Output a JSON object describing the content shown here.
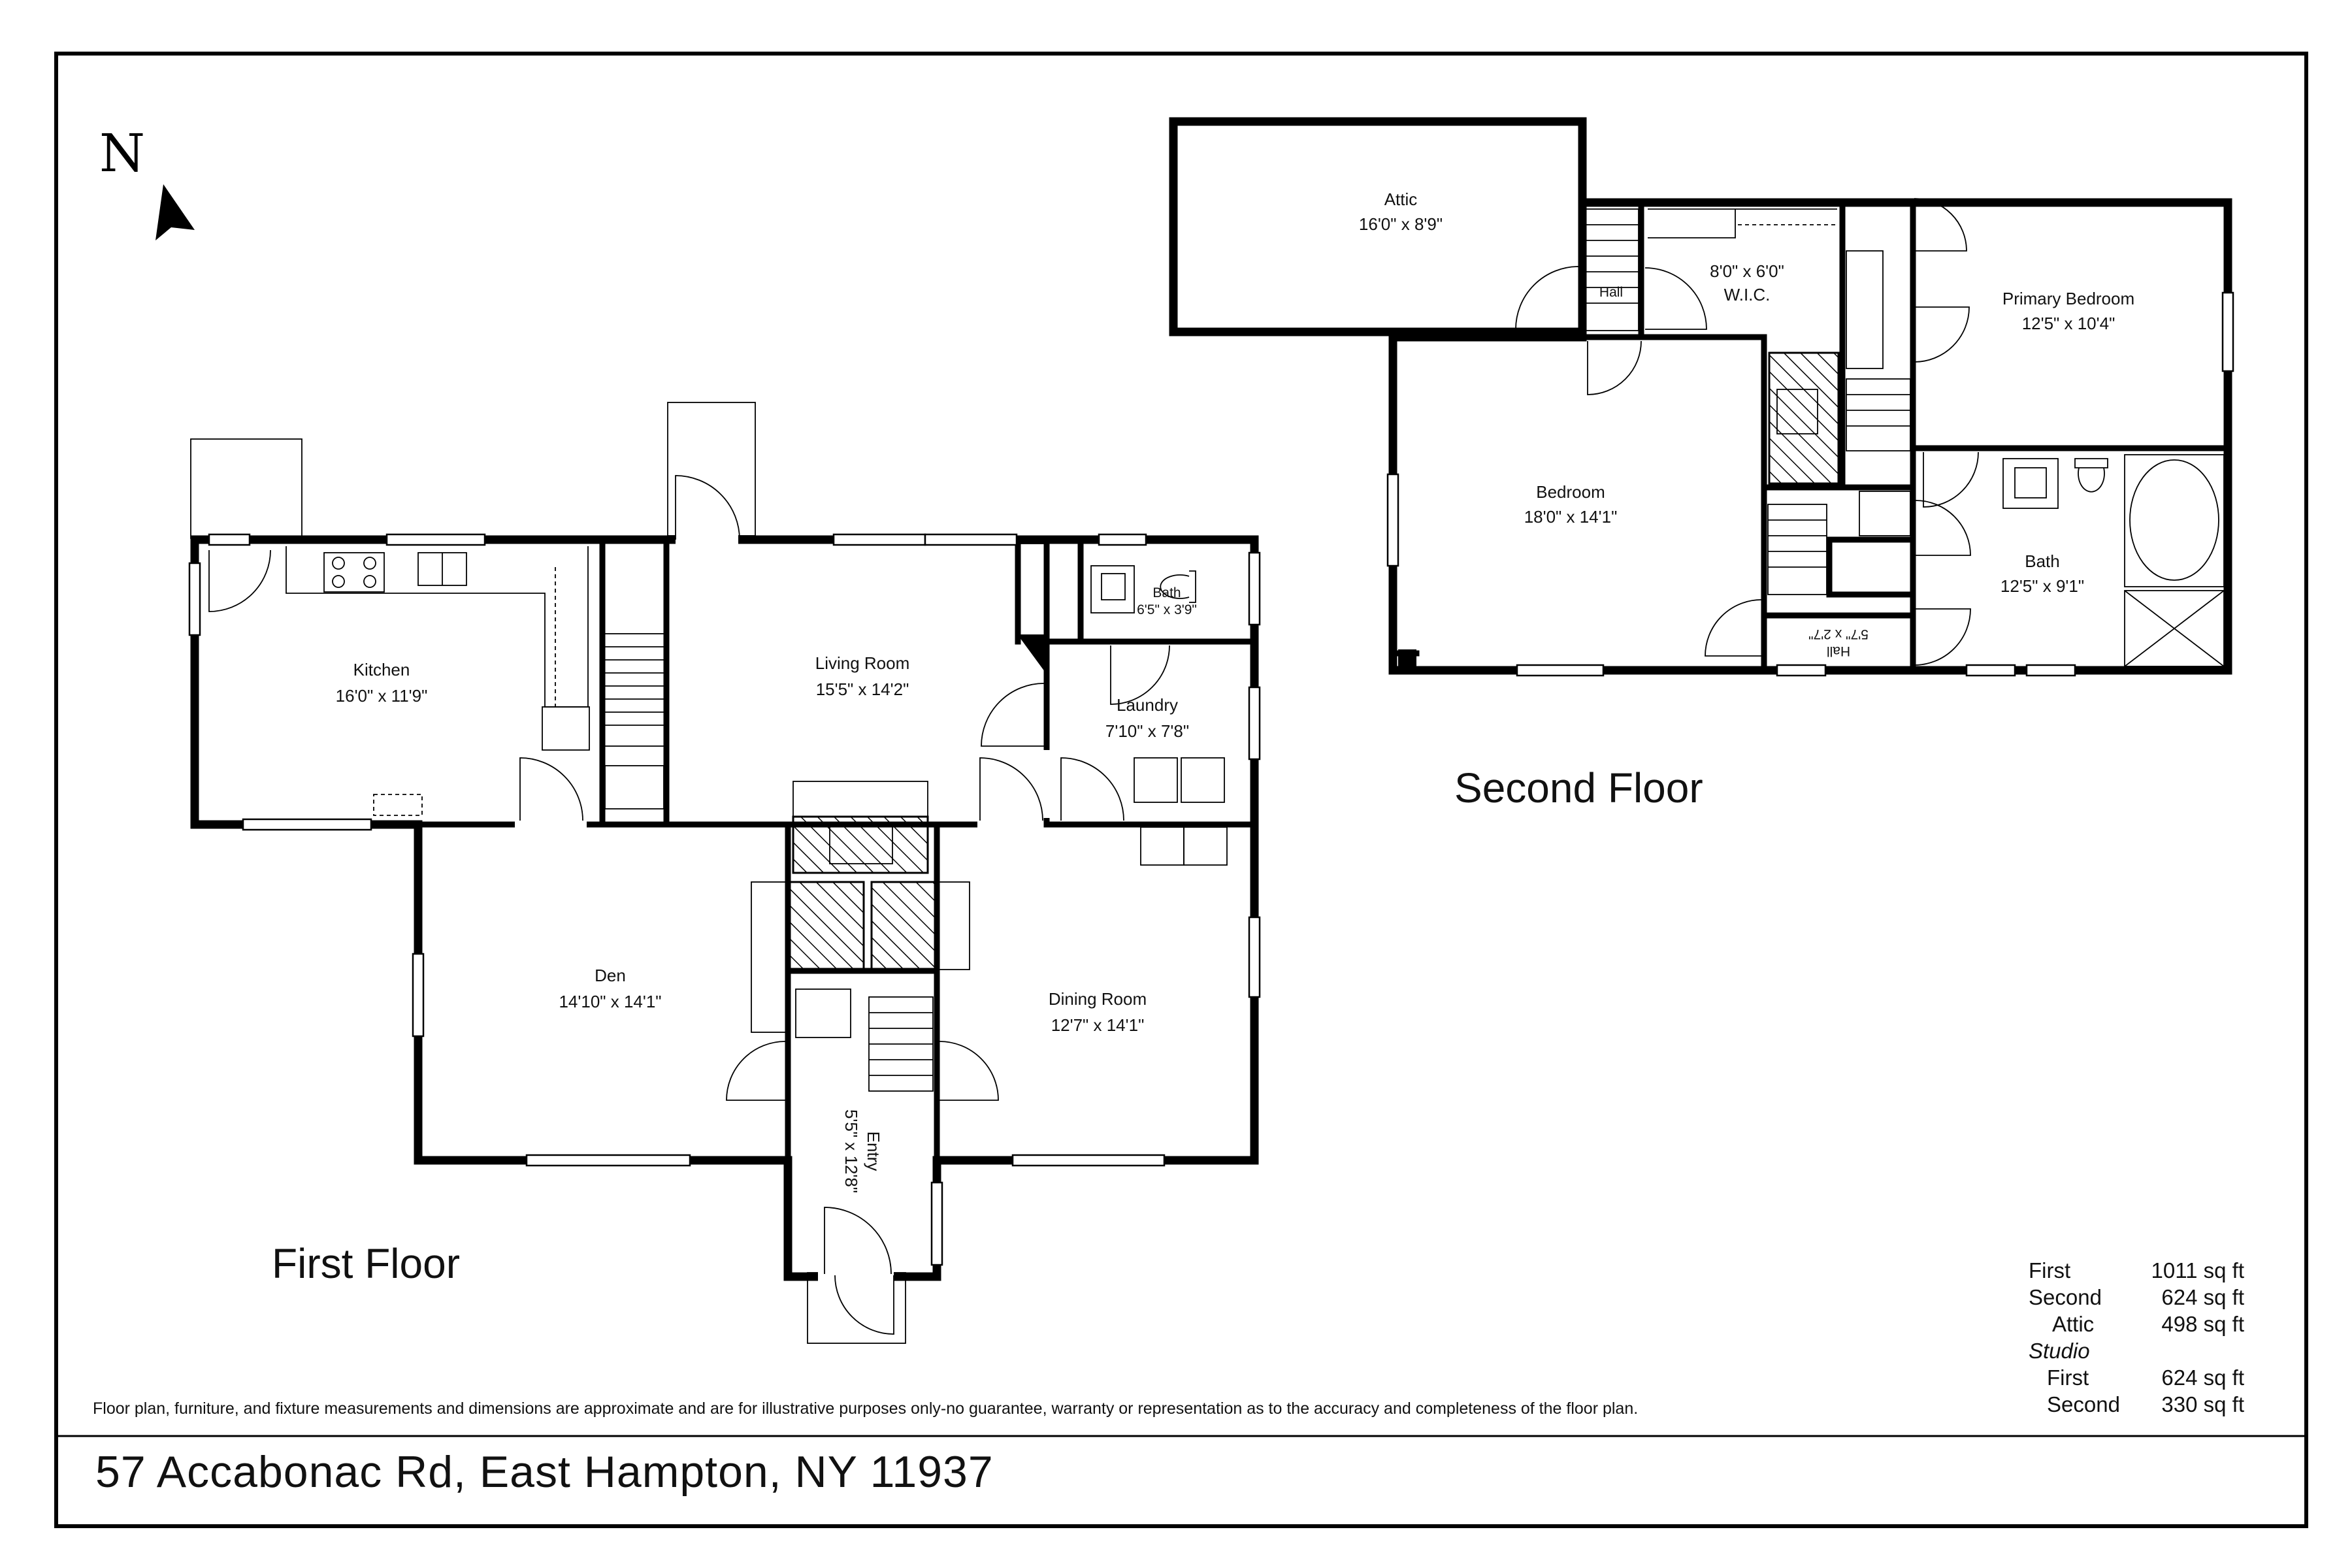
{
  "north": {
    "letter": "N"
  },
  "floors": {
    "first": {
      "label": "First Floor"
    },
    "second": {
      "label": "Second Floor"
    }
  },
  "rooms": {
    "kitchen": {
      "name": "Kitchen",
      "dims": "16'0\" x 11'9\""
    },
    "living_room": {
      "name": "Living Room",
      "dims": "15'5\" x 14'2\""
    },
    "bath_first": {
      "name": "Bath",
      "dims": "6'5\" x 3'9\""
    },
    "laundry": {
      "name": "Laundry",
      "dims": "7'10\" x 7'8\""
    },
    "den": {
      "name": "Den",
      "dims": "14'10\" x 14'1\""
    },
    "dining_room": {
      "name": "Dining Room",
      "dims": "12'7\" x 14'1\""
    },
    "entry": {
      "name": "Entry",
      "dims": "5'5\" x 12'8\""
    },
    "attic": {
      "name": "Attic",
      "dims": "16'0\" x 8'9\""
    },
    "hall_upper": {
      "name": "Hall"
    },
    "wic": {
      "name": "W.I.C.",
      "dims": "8'0\" x 6'0\""
    },
    "primary_bedroom": {
      "name": "Primary Bedroom",
      "dims": "12'5\" x 10'4\""
    },
    "bedroom": {
      "name": "Bedroom",
      "dims": "18'0\" x 14'1\""
    },
    "bath_second": {
      "name": "Bath",
      "dims": "12'5\" x 9'1\""
    },
    "hall_lower": {
      "name": "Hall",
      "dims": "5'7\" x 2'7\""
    }
  },
  "sqft_table": [
    {
      "label": "First",
      "value": "1011 sq ft",
      "style": ""
    },
    {
      "label": "Second",
      "value": "624 sq ft",
      "style": ""
    },
    {
      "label": "Attic",
      "value": "498 sq ft",
      "style": "mid"
    },
    {
      "label": "Studio",
      "value": "",
      "style": "italic"
    },
    {
      "label": "First",
      "value": "624 sq ft",
      "style": "indent"
    },
    {
      "label": "Second",
      "value": "330 sq ft",
      "style": "indent"
    }
  ],
  "disclaimer": "Floor plan, furniture, and fixture measurements and dimensions are approximate and are for illustrative purposes only-no guarantee, warranty or representation as to the accuracy and completeness of the floor plan.",
  "address": "57 Accabonac Rd, East Hampton, NY 11937",
  "icons": [
    "north-arrow-icon",
    "door-swing-icon",
    "window-icon",
    "stair-icon",
    "fireplace-icon",
    "sink-icon",
    "stove-icon",
    "toilet-icon",
    "bathtub-icon",
    "shower-icon",
    "washer-icon",
    "dryer-icon"
  ]
}
